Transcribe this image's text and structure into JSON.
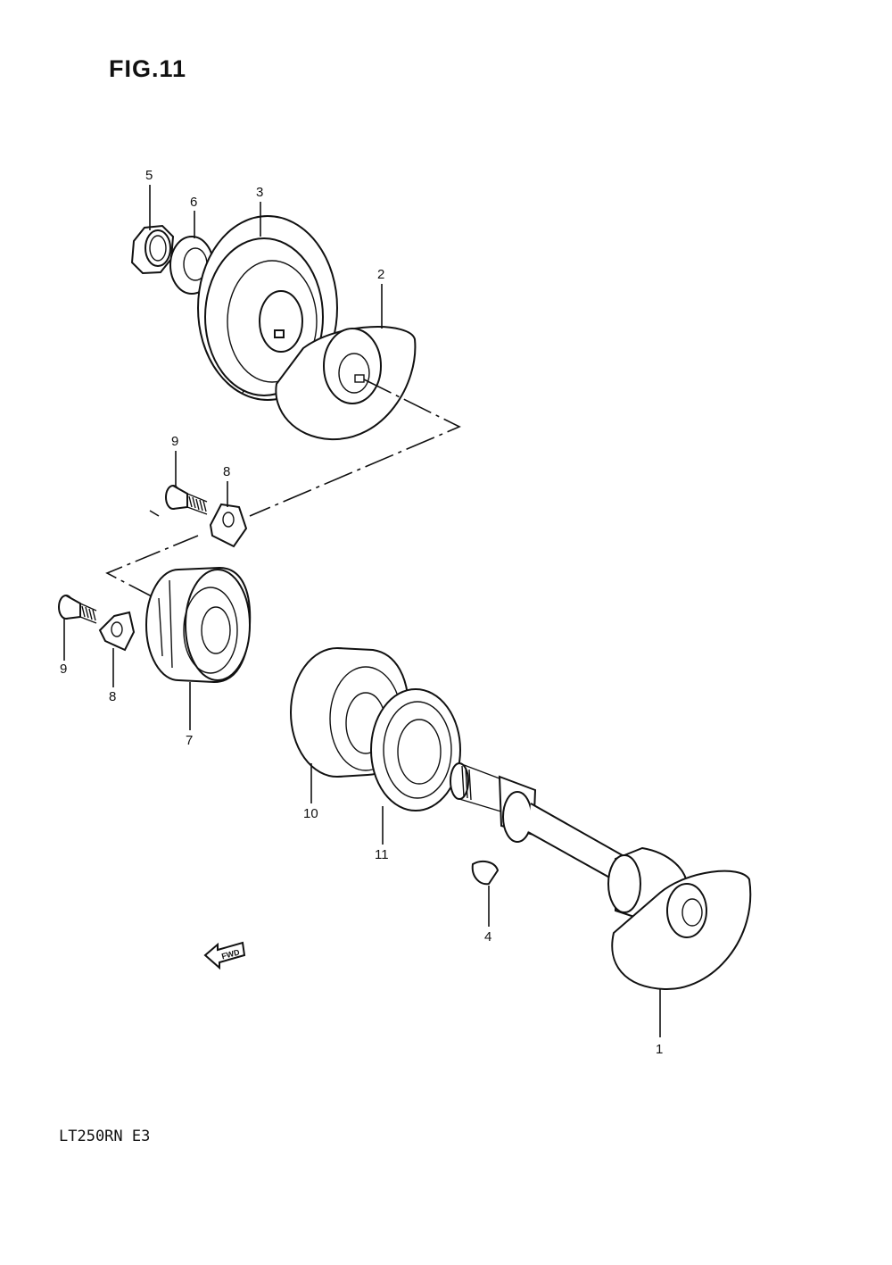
{
  "figure": {
    "title": "FIG.11",
    "model_code": "LT250RN E3",
    "fwd_label": "FWD"
  },
  "callouts": [
    {
      "id": "label-1",
      "text": "1"
    },
    {
      "id": "label-2",
      "text": "2"
    },
    {
      "id": "label-3",
      "text": "3"
    },
    {
      "id": "label-4",
      "text": "4"
    },
    {
      "id": "label-5",
      "text": "5"
    },
    {
      "id": "label-6",
      "text": "6"
    },
    {
      "id": "label-7",
      "text": "7"
    },
    {
      "id": "label-8a",
      "text": "8"
    },
    {
      "id": "label-8b",
      "text": "8"
    },
    {
      "id": "label-9a",
      "text": "9"
    },
    {
      "id": "label-9b",
      "text": "9"
    },
    {
      "id": "label-10",
      "text": "10"
    },
    {
      "id": "label-11",
      "text": "11"
    }
  ]
}
